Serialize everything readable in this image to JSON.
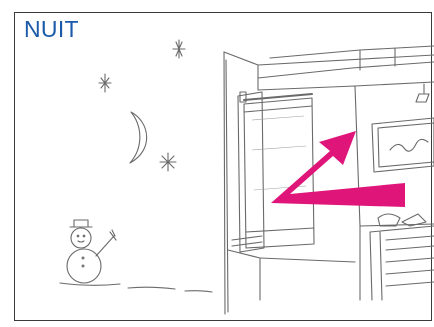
{
  "title": "NUIT",
  "colors": {
    "title": "#1a5aa8",
    "sketch": "#6a6a6a",
    "arrow": "#e0157a",
    "border": "#3a3a3a"
  },
  "elements": {
    "moon": "crescent-moon-icon",
    "stars": "star-icon",
    "snowman": "snowman-icon",
    "window": "window-with-roller-blind",
    "arrow": "airflow-arrow",
    "desk": "desk"
  }
}
